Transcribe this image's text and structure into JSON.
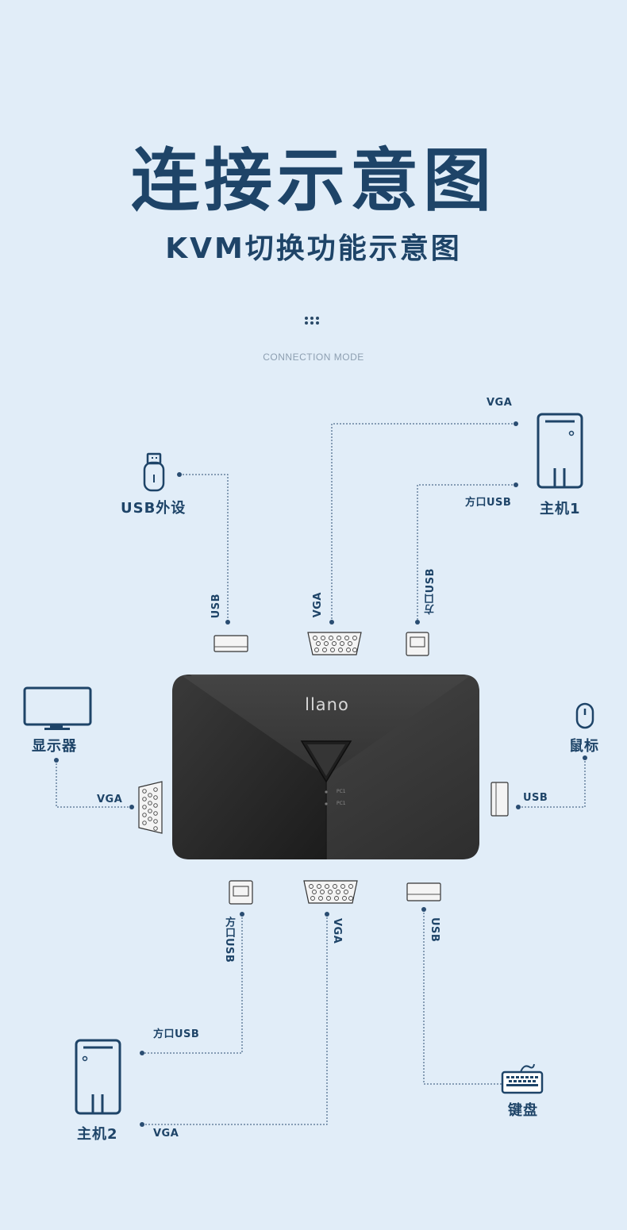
{
  "header": {
    "title": "连接示意图",
    "subtitle": "KVM切换功能示意图",
    "mode": "CONNECTION MODE"
  },
  "device": {
    "brand": "llano",
    "indicator_1": "PC1",
    "indicator_2": "PC1"
  },
  "labels": {
    "usb_peripheral": "USB外设",
    "host1": "主机1",
    "host2": "主机2",
    "monitor": "显示器",
    "mouse": "鼠标",
    "keyboard": "键盘",
    "vga": "VGA",
    "usb": "USB",
    "square_usb": "方口USB"
  },
  "colors": {
    "background": "#e1edf8",
    "ink": "#1e4468",
    "device_body": "#2e2e2e"
  }
}
